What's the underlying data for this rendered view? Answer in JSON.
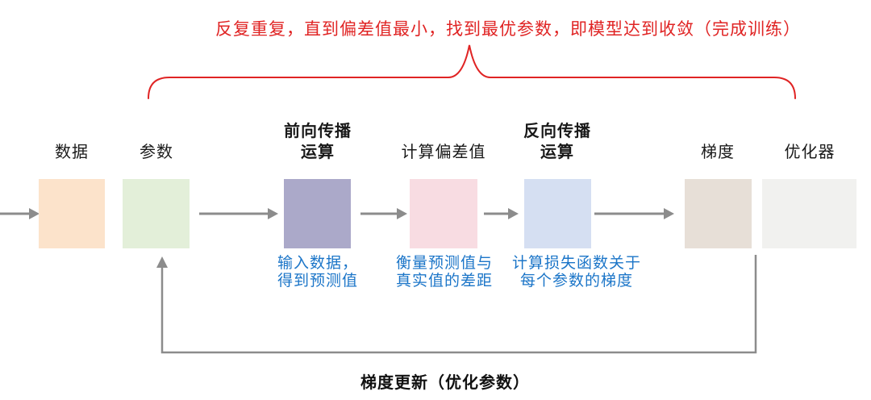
{
  "caption": {
    "text": "反复重复，直到偏差值最小，找到最优参数，即模型达到收敛（完成训练）"
  },
  "nodes": [
    {
      "label": "数据",
      "color": "#fce3cb"
    },
    {
      "label": "参数",
      "color": "#e3efd9"
    },
    {
      "label": "前向传播\n运算",
      "color": "#aba9c9",
      "note": "输入数据，\n得到预测值"
    },
    {
      "label": "计算偏差值",
      "color": "#f8dce2",
      "note": "衡量预测值与\n真实值的差距"
    },
    {
      "label": "反向传播\n运算",
      "color": "#d5dff2",
      "note": "计算损失函数关于\n每个参数的梯度"
    },
    {
      "label": "梯度",
      "color": "#e7dfd7"
    },
    {
      "label": "优化器",
      "color": "#f1f1ef"
    }
  ],
  "footer": {
    "text": "梯度更新（优化参数）"
  },
  "colors": {
    "arrow": "#8c8c8c",
    "brace": "#e02424",
    "note_text": "#1b75c8",
    "caption_text": "#e02424",
    "label_text": "#1a1a1a"
  }
}
